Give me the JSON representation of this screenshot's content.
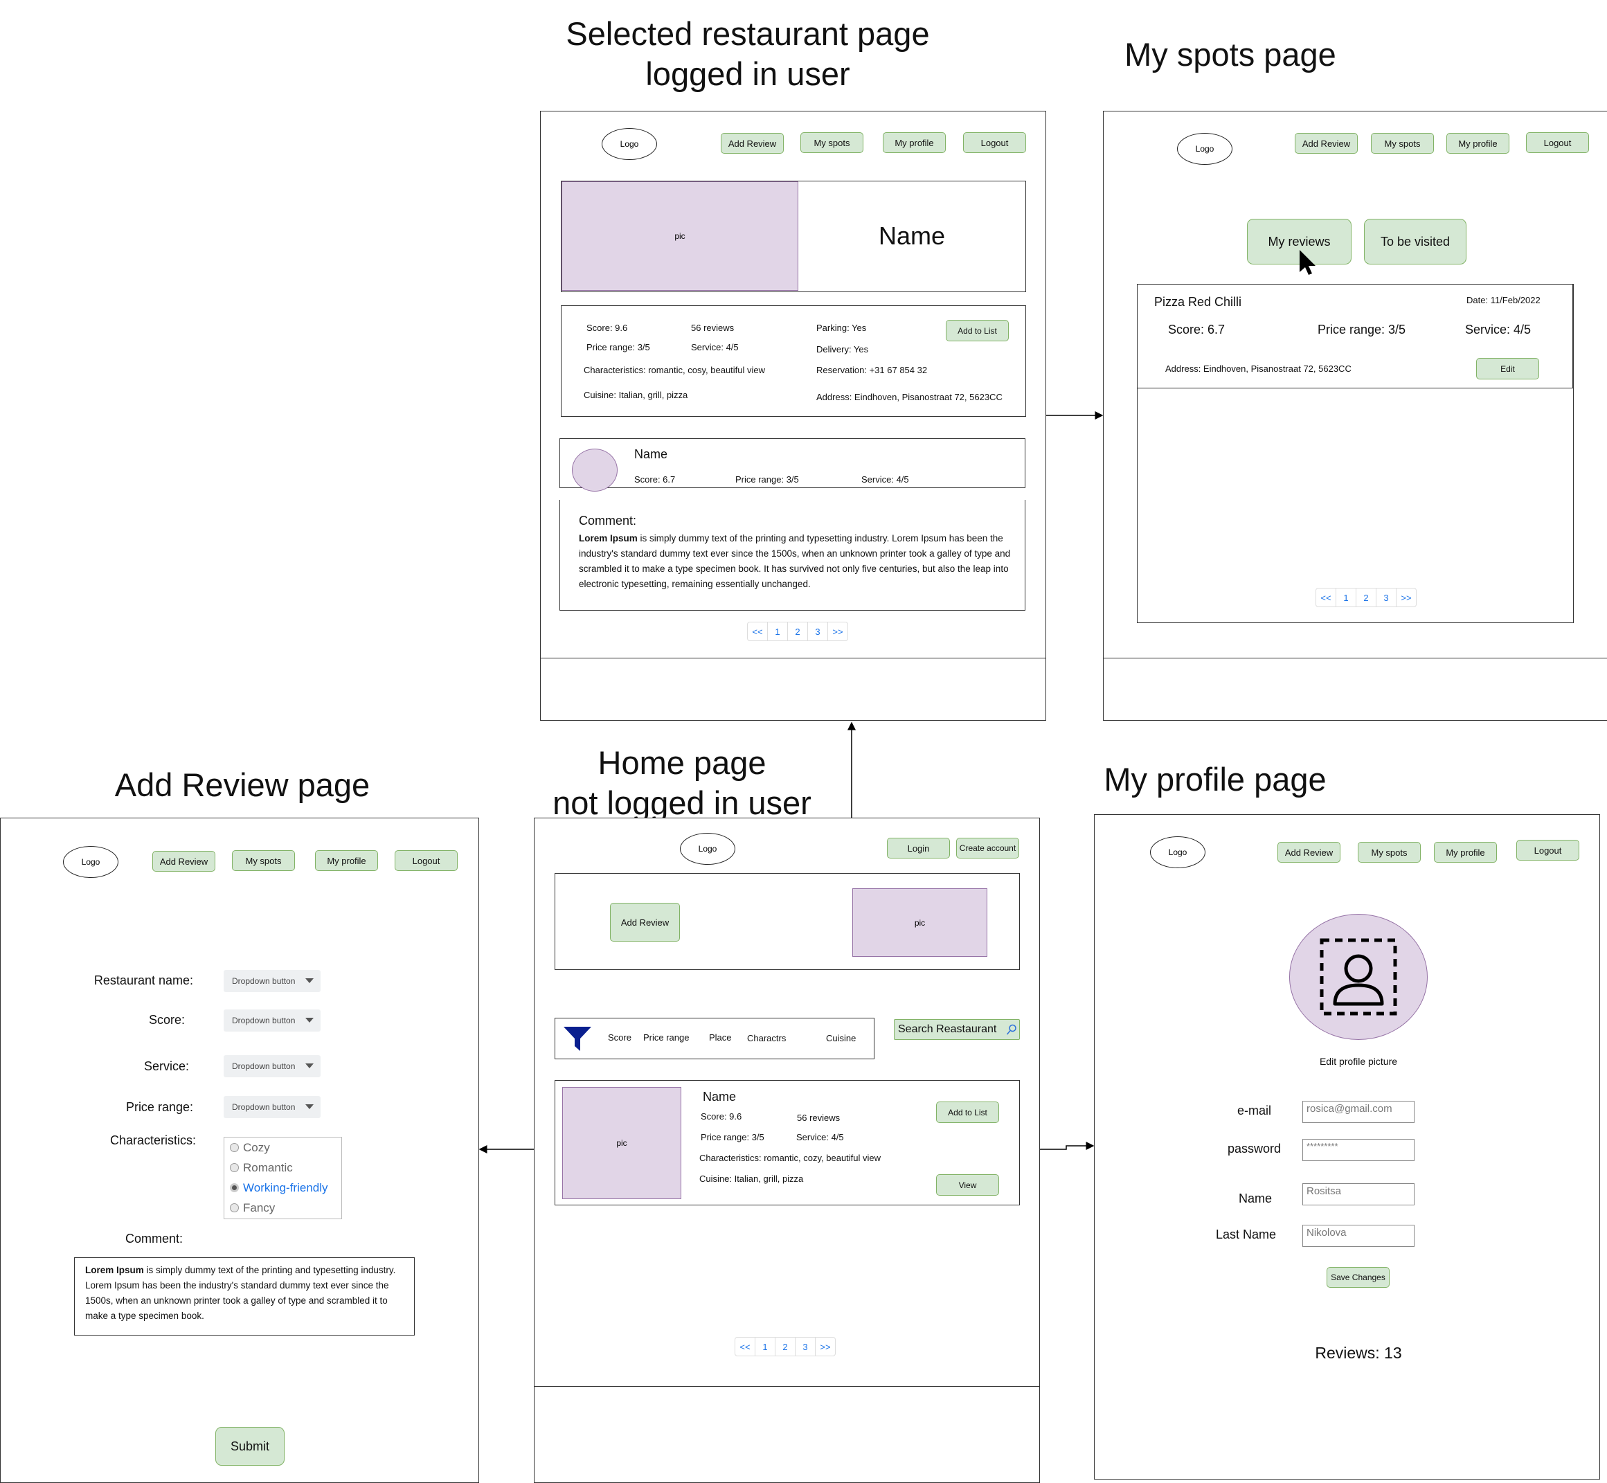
{
  "common": {
    "logo": "Logo",
    "nav": {
      "add_review": "Add Review",
      "my_spots": "My spots",
      "my_profile": "My profile",
      "logout": "Logout"
    },
    "pagination": [
      "<<",
      "1",
      "2",
      "3",
      ">>"
    ],
    "pic": "pic",
    "lorem_bold": "Lorem Ipsum"
  },
  "selected": {
    "title_line1": "Selected restaurant page",
    "title_line2": "logged in user",
    "name": "Name",
    "score": "Score: 9.6",
    "reviews": "56 reviews",
    "parking": "Parking: Yes",
    "add_to_list": "Add to List",
    "price": "Price range: 3/5",
    "service": "Service: 4/5",
    "delivery": "Delivery: Yes",
    "characteristics": "Characteristics:  romantic, cosy, beautiful view",
    "reservation": "Reservation: +31 67 854 32",
    "cuisine": "Cuisine:  Italian, grill, pizza",
    "address": "Address: Eindhoven, Pisanostraat 72, 5623CC",
    "review_name": "Name",
    "review_score": "Score: 6.7",
    "review_price": "Price range: 3/5",
    "review_service": "Service: 4/5",
    "comment_label": "Comment:",
    "comment_rest": " is simply dummy text of the printing and typesetting industry. Lorem Ipsum has been the industry's standard dummy text ever since the 1500s, when an unknown printer took a galley of type and scrambled it to make a type specimen book. It has survived not only five centuries, but also the leap into electronic typesetting, remaining essentially unchanged."
  },
  "spots": {
    "title": "My spots page",
    "tab_reviews": "My reviews",
    "tab_visit": "To be visited",
    "item_name": "Pizza Red Chilli",
    "item_date": "Date: 11/Feb/2022",
    "item_score": "Score: 6.7",
    "item_price": "Price range: 3/5",
    "item_service": "Service: 4/5",
    "item_address": "Address: Eindhoven, Pisanostraat 72, 5623CC",
    "edit": "Edit"
  },
  "add_review": {
    "title": "Add Review page",
    "restaurant_label": "Restaurant name:",
    "score_label": "Score:",
    "service_label": "Service:",
    "price_label": "Price range:",
    "characteristics_label": "Characteristics:",
    "dropdown": "Dropdown button",
    "options": [
      "Cozy",
      "Romantic",
      "Working-friendly",
      "Fancy"
    ],
    "selected_option": "Working-friendly",
    "comment_label": "Comment:",
    "comment_rest": " is simply dummy text of the printing and typesetting industry. Lorem Ipsum has been the industry's standard dummy text ever since the 1500s, when an unknown printer took a galley of type and scrambled it to make a type specimen book.",
    "submit": "Submit"
  },
  "home": {
    "title_line1": "Home page",
    "title_line2": "not logged in user",
    "login": "Login",
    "create_account": "Create account",
    "add_review": "Add Review",
    "filters": [
      "Score",
      "Price range",
      "Place",
      "Charactrs",
      "Cuisine"
    ],
    "search": "Search Reastaurant",
    "card_name": "Name",
    "card_score": "Score: 9.6",
    "card_reviews": "56 reviews",
    "card_price": "Price range: 3/5",
    "card_service": "Service: 4/5",
    "card_characteristics": "Characteristics:  romantic, cozy, beautiful view",
    "card_cuisine": "Cuisine:  Italian, grill, pizza",
    "add_to_list": "Add to List",
    "view": "View"
  },
  "profile": {
    "title": "My profile page",
    "edit_picture": "Edit profile picture",
    "email_label": "e-mail",
    "email_value": "rosica@gmail.com",
    "password_label": "password",
    "password_value": "*********",
    "name_label": "Name",
    "name_value": "Rositsa",
    "lastname_label": "Last Name",
    "lastname_value": "Nikolova",
    "save": "Save Changes",
    "reviews": "Reviews: 13"
  },
  "colors": {
    "button_fill": "#d5e8d4",
    "button_border": "#82b366",
    "pic_fill": "#e1d5e7",
    "pic_border": "#9673a6",
    "link": "#1a73e8",
    "filter_icon": "#0a1f8f"
  }
}
